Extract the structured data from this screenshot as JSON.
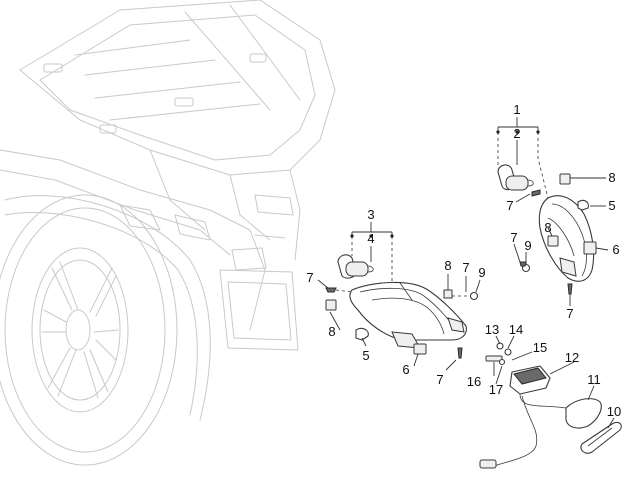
{
  "callouts": [
    {
      "id": "c1",
      "label": "1"
    },
    {
      "id": "c2",
      "label": "2"
    },
    {
      "id": "c3",
      "label": "3"
    },
    {
      "id": "c4",
      "label": "4"
    },
    {
      "id": "c5a",
      "label": "5"
    },
    {
      "id": "c5b",
      "label": "5"
    },
    {
      "id": "c6a",
      "label": "6"
    },
    {
      "id": "c6b",
      "label": "6"
    },
    {
      "id": "c7a",
      "label": "7"
    },
    {
      "id": "c7b",
      "label": "7"
    },
    {
      "id": "c7c",
      "label": "7"
    },
    {
      "id": "c7d",
      "label": "7"
    },
    {
      "id": "c7e",
      "label": "7"
    },
    {
      "id": "c7f",
      "label": "7"
    },
    {
      "id": "c8a",
      "label": "8"
    },
    {
      "id": "c8b",
      "label": "8"
    },
    {
      "id": "c8c",
      "label": "8"
    },
    {
      "id": "c8d",
      "label": "8"
    },
    {
      "id": "c9a",
      "label": "9"
    },
    {
      "id": "c9b",
      "label": "9"
    },
    {
      "id": "c10",
      "label": "10"
    },
    {
      "id": "c11",
      "label": "11"
    },
    {
      "id": "c12",
      "label": "12"
    },
    {
      "id": "c13",
      "label": "13"
    },
    {
      "id": "c14",
      "label": "14"
    },
    {
      "id": "c15",
      "label": "15"
    },
    {
      "id": "c16",
      "label": "16"
    },
    {
      "id": "c17",
      "label": "17"
    }
  ]
}
